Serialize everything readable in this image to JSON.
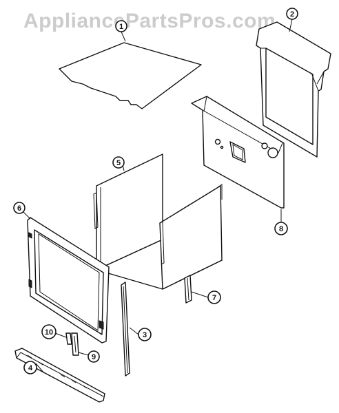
{
  "watermark": {
    "text": "AppliancePartsPros.com"
  },
  "callouts": [
    {
      "id": "1",
      "label": "1"
    },
    {
      "id": "2",
      "label": "2"
    },
    {
      "id": "3",
      "label": "3"
    },
    {
      "id": "4",
      "label": "4"
    },
    {
      "id": "5",
      "label": "5"
    },
    {
      "id": "6",
      "label": "6"
    },
    {
      "id": "7",
      "label": "7"
    },
    {
      "id": "8",
      "label": "8"
    },
    {
      "id": "9",
      "label": "9"
    },
    {
      "id": "10",
      "label": "10"
    }
  ]
}
